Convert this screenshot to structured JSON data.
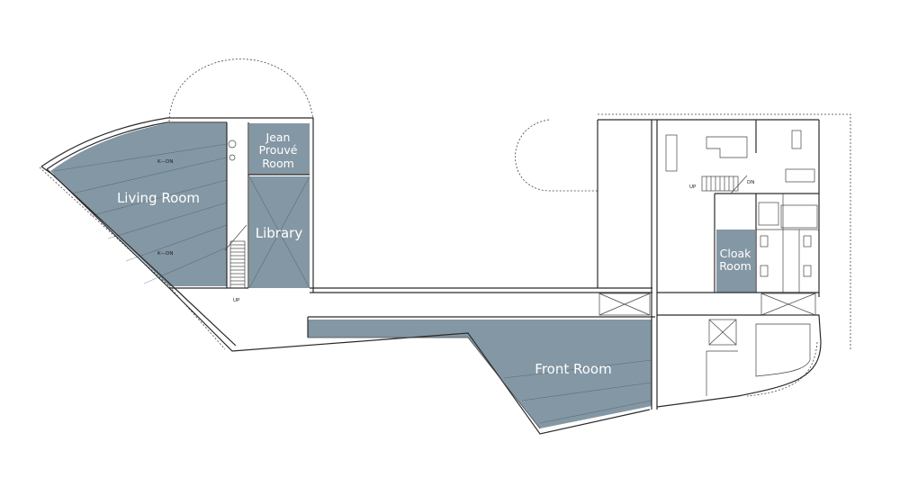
{
  "rooms": {
    "living_room": "Living Room",
    "jean_prouve_room": [
      "Jean",
      "Prouvé",
      "Room"
    ],
    "library": "Library",
    "cloak_room": [
      "Cloak",
      "Room"
    ],
    "front_room": "Front Room"
  },
  "stair_marks": {
    "up": "UP",
    "dn": "DN",
    "k_dn": "K—DN"
  },
  "colors": {
    "room_fill": "#8497a4",
    "line": "#2b2b2b",
    "background": "#ffffff"
  }
}
